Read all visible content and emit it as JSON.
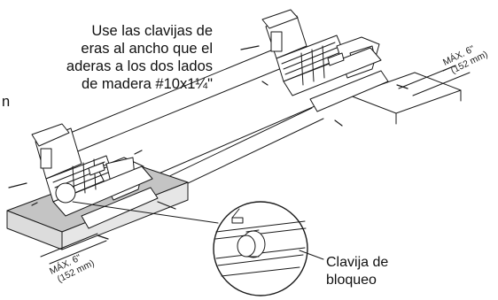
{
  "instructions": {
    "lines": [
      "Use las clavijas de",
      "eras al ancho que el",
      "aderas a los dos lados",
      "de madera #10x1¼\"",
      "n"
    ]
  },
  "callout": {
    "line1": "Clavija de",
    "line2": "bloqueo"
  },
  "dimension_right": {
    "line1": "MÁX. 6\"",
    "line2": "(152 mm)"
  },
  "dimension_left": {
    "line1": "MÁX. 6\"",
    "line2": "(152 mm)"
  },
  "colors": {
    "line": "#1a1a1a",
    "board_fill": "#dcdcdc",
    "board_top": "#c4c4c4",
    "background": "#ffffff"
  }
}
